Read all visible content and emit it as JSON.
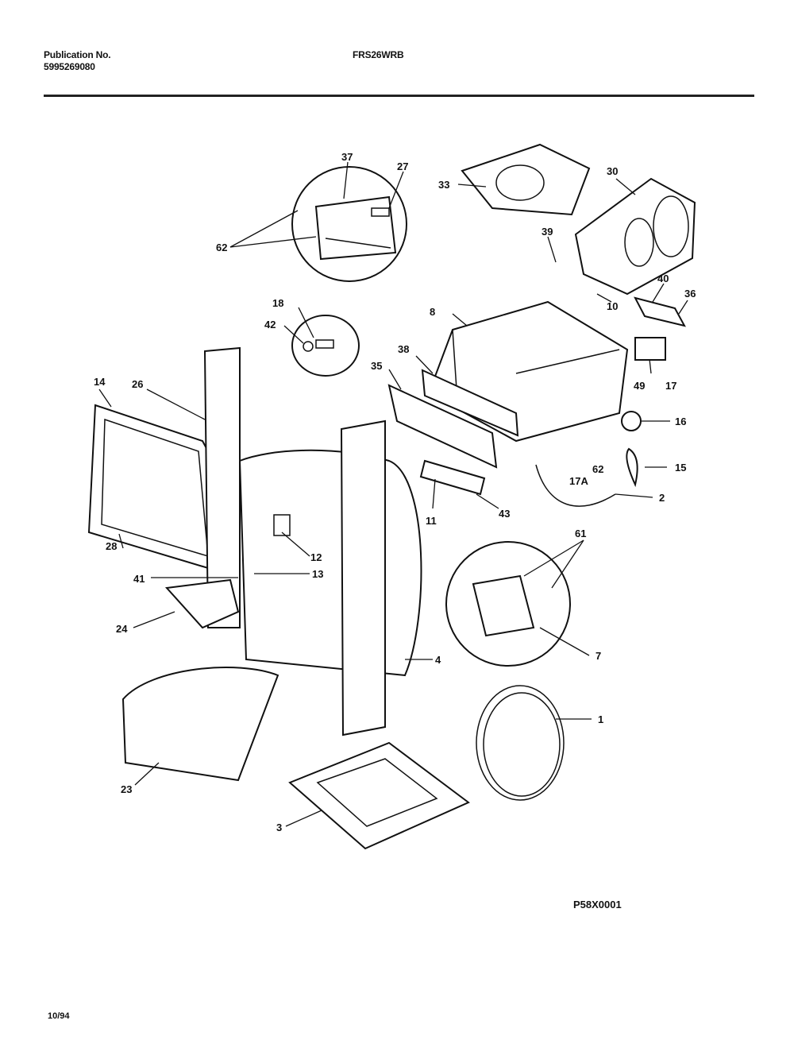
{
  "header": {
    "publication_label": "Publication No.",
    "publication_number": "5995269080",
    "model": "FRS26WRB"
  },
  "diagram": {
    "callouts": [
      "37",
      "27",
      "33",
      "30",
      "62",
      "39",
      "40",
      "36",
      "18",
      "42",
      "8",
      "10",
      "14",
      "26",
      "38",
      "35",
      "49",
      "17",
      "16",
      "17A",
      "62",
      "15",
      "2",
      "11",
      "43",
      "28",
      "12",
      "61",
      "41",
      "13",
      "24",
      "7",
      "4",
      "1",
      "23",
      "3"
    ]
  },
  "footer": {
    "drawing_code": "P58X0001",
    "date": "10/94"
  }
}
